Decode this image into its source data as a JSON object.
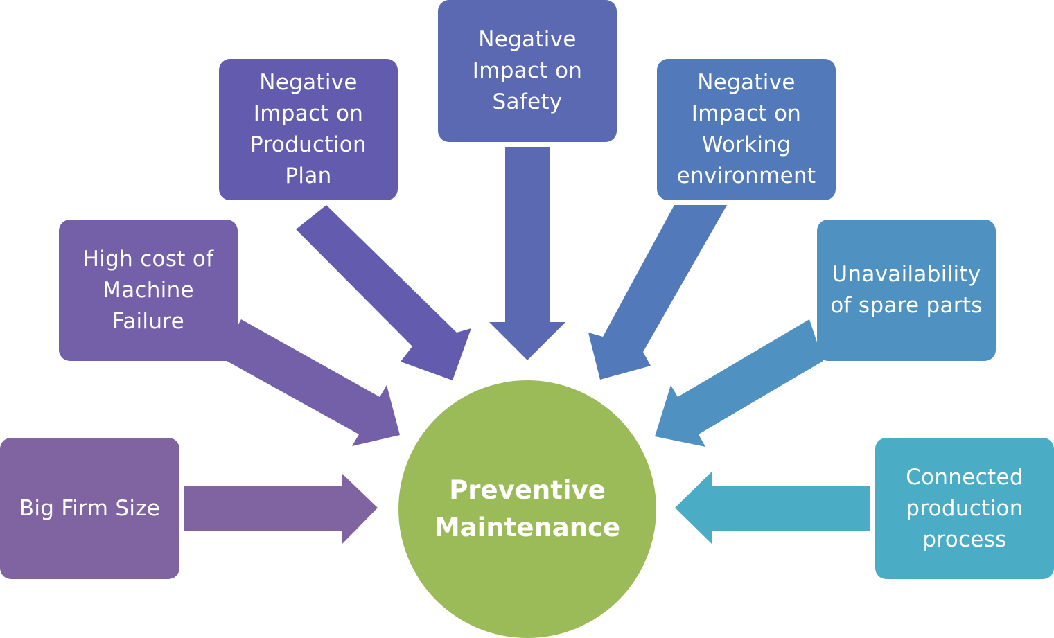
{
  "center": {
    "line1": "Preventive",
    "line2": "Maintenance",
    "color": "#9BBB59"
  },
  "factors": [
    {
      "id": "big-firm-size",
      "lines": [
        "Big Firm Size"
      ],
      "color": "#8064A2"
    },
    {
      "id": "high-cost",
      "lines": [
        "High cost of",
        "Machine",
        "Failure"
      ],
      "color": "#7460A8"
    },
    {
      "id": "production-plan",
      "lines": [
        "Negative",
        "Impact on",
        "Production",
        "Plan"
      ],
      "color": "#635BAD"
    },
    {
      "id": "safety",
      "lines": [
        "Negative",
        "Impact on",
        "Safety"
      ],
      "color": "#5B69B3"
    },
    {
      "id": "working-env",
      "lines": [
        "Negative",
        "Impact on",
        "Working",
        "environment"
      ],
      "color": "#5279BA"
    },
    {
      "id": "spare-parts",
      "lines": [
        "Unavailability",
        "of spare parts"
      ],
      "color": "#4F91C0"
    },
    {
      "id": "connected",
      "lines": [
        "Connected",
        "production",
        "process"
      ],
      "color": "#4BACC6"
    }
  ]
}
